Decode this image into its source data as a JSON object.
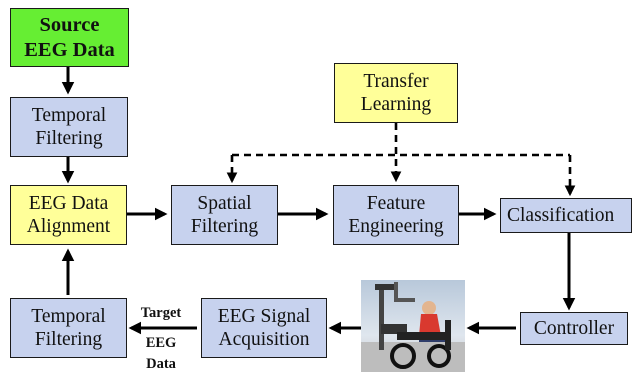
{
  "colors": {
    "blue_box": "#c7d2ee",
    "yellow_box": "#ffff99",
    "green_box": "#66ee33",
    "arrow": "#000000"
  },
  "nodes": {
    "source": "Source\nEEG Data",
    "temporal_filtering_top": "Temporal\nFiltering",
    "alignment": "EEG Data\nAlignment",
    "spatial_filtering": "Spatial\nFiltering",
    "feature_engineering": "Feature\nEngineering",
    "classification": "Classification",
    "transfer_learning": "Transfer\nLearning",
    "controller": "Controller",
    "signal_acquisition": "EEG Signal\nAcquisition",
    "temporal_filtering_bottom": "Temporal\nFiltering"
  },
  "edge_labels": {
    "target": "Target",
    "eeg_data": "EEG\nData"
  },
  "image": {
    "subject": "wheelchair-robot-photo"
  }
}
